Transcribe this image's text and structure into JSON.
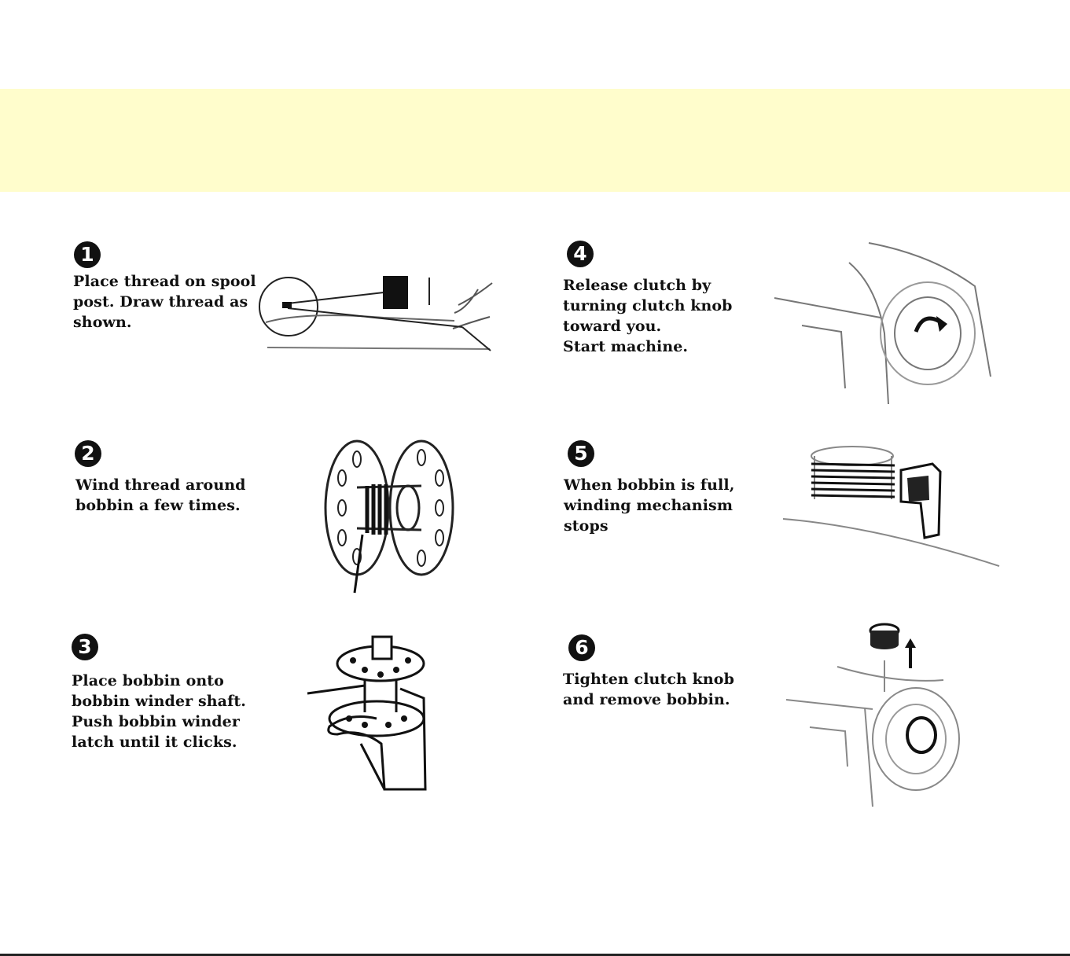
{
  "colors": {
    "banner": "#fffdcc",
    "ink": "#111111"
  },
  "steps": [
    {
      "number": "1",
      "text": "Place thread on spool\npost. Draw thread  as\nshown.",
      "illustration": "spool-post-illustration"
    },
    {
      "number": "2",
      "text": "Wind thread around\nbobbin a few times.",
      "illustration": "bobbin-illustration"
    },
    {
      "number": "3",
      "text": "Place  bobbin  onto\nbobbin winder shaft.\nPush  bobbin winder\nlatch until it clicks.",
      "illustration": "bobbin-winder-illustration"
    },
    {
      "number": "4",
      "text": "Release  clutch  by\nturning clutch knob\ntoward you.\nStart machine.",
      "illustration": "clutch-knob-illustration"
    },
    {
      "number": "5",
      "text": "When bobbin is full,\nwinding mechanism\nstops",
      "illustration": "full-bobbin-illustration"
    },
    {
      "number": "6",
      "text": "Tighten clutch knob\nand remove bobbin.",
      "illustration": "remove-bobbin-illustration"
    }
  ]
}
